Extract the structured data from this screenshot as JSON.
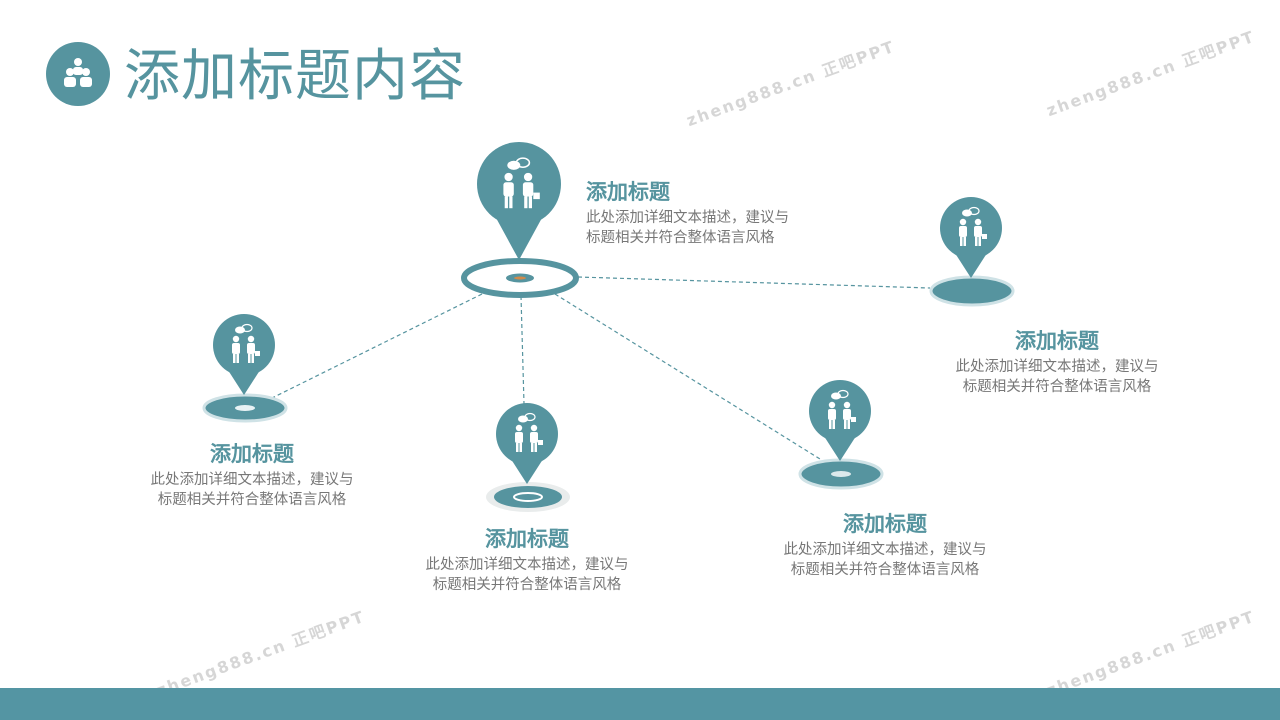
{
  "header": {
    "title": "添加标题内容",
    "icon": "team-icon"
  },
  "items": [
    {
      "title": "添加标题",
      "desc1": "此处添加详细文本描述，建议与",
      "desc2": "标题相关并符合整体语言风格"
    },
    {
      "title": "添加标题",
      "desc1": "此处添加详细文本描述，建议与",
      "desc2": "标题相关并符合整体语言风格"
    },
    {
      "title": "添加标题",
      "desc1": "此处添加详细文本描述，建议与",
      "desc2": "标题相关并符合整体语言风格"
    },
    {
      "title": "添加标题",
      "desc1": "此处添加详细文本描述，建议与",
      "desc2": "标题相关并符合整体语言风格"
    },
    {
      "title": "添加标题",
      "desc1": "此处添加详细文本描述，建议与",
      "desc2": "标题相关并符合整体语言风格"
    }
  ],
  "watermark": "zheng888.cn 正吧PPT",
  "colors": {
    "accent": "#56949f",
    "bar": "#5495a3",
    "text": "#777777"
  }
}
